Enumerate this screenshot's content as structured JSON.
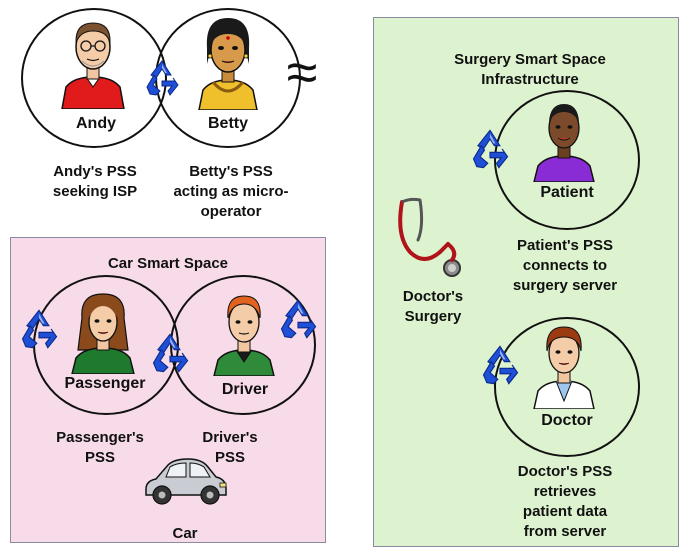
{
  "top": {
    "andy": {
      "name": "Andy",
      "caption_lines": [
        "Andy's PSS",
        "seeking ISP"
      ]
    },
    "betty": {
      "name": "Betty",
      "caption_lines": [
        "Betty's PSS",
        "acting as micro-",
        "operator"
      ]
    },
    "approx_symbol": "≈"
  },
  "car_space": {
    "title": "Car Smart Space",
    "passenger": {
      "name": "Passenger",
      "caption_lines": [
        "Passenger's",
        "PSS"
      ]
    },
    "driver": {
      "name": "Driver",
      "caption_lines": [
        "Driver's",
        "PSS"
      ]
    },
    "car_label": "Car",
    "background": "#f7dbe9"
  },
  "surgery_space": {
    "title_lines": [
      "Surgery Smart Space",
      "Infrastructure"
    ],
    "patient": {
      "name": "Patient",
      "caption_lines": [
        "Patient's PSS",
        "connects to",
        "surgery server"
      ]
    },
    "doctors_surgery_lines": [
      "Doctor's",
      "Surgery"
    ],
    "doctor": {
      "name": "Doctor",
      "caption_lines": [
        "Doctor's PSS",
        "retrieves",
        "patient data",
        "from server"
      ]
    },
    "background": "#ddf3cf"
  },
  "colors": {
    "recycle_icon": "#1f4fd6",
    "outline": "#111111"
  },
  "icons": [
    "recycle-icon",
    "stethoscope-icon",
    "car-icon",
    "person-icon"
  ]
}
